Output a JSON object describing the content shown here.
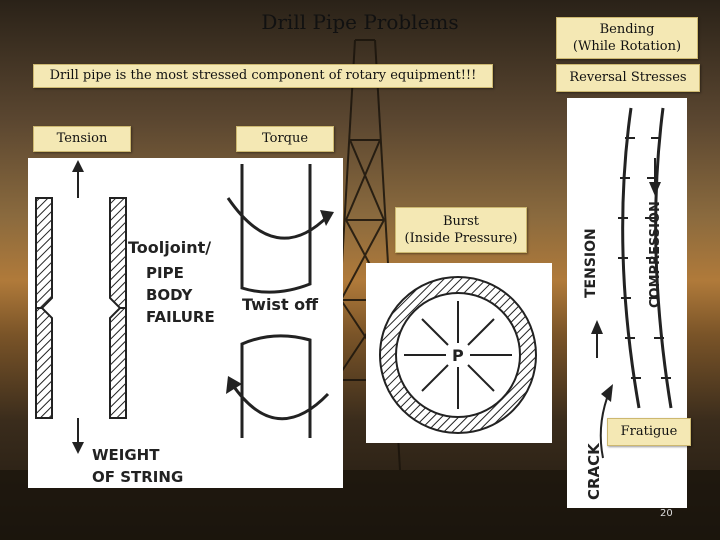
{
  "slide": {
    "title": "Drill Pipe Problems",
    "subtitle": "Drill pipe is the most stressed component of rotary equipment!!!",
    "page_number": "20"
  },
  "labels": {
    "tension": "Tension",
    "torque": "Torque",
    "bending": "Bending\n(While Rotation)",
    "bending_line1": "Bending",
    "bending_line2": "(While Rotation)",
    "reversal": "Reversal Stresses",
    "burst_line1": "Burst",
    "burst_line2": "(Inside Pressure)",
    "fratigue": "Fratigue"
  },
  "figure_tension": {
    "text1": "Tooljoint/",
    "text2": "PIPE",
    "text3": "BODY",
    "text4": "FAILURE",
    "text5": "WEIGHT",
    "text6": "OF STRING"
  },
  "figure_torque": {
    "text1": "Twist off"
  },
  "figure_burst": {
    "text1": "P"
  },
  "figure_bending": {
    "text1": "TENSION",
    "text2": "COMPRESSION",
    "text3": "CRACK"
  }
}
